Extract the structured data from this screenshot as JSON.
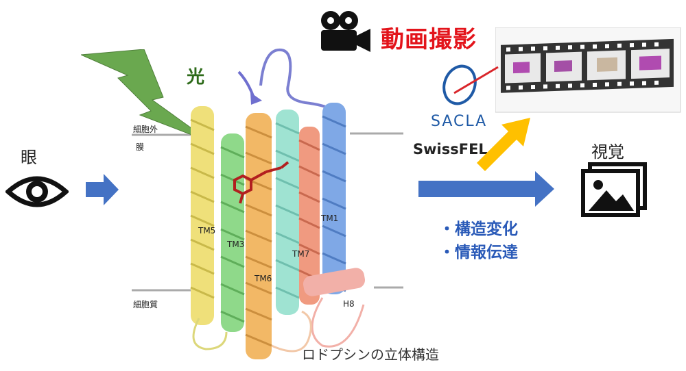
{
  "labels": {
    "eye": "眼",
    "vision": "視覚",
    "light": "光",
    "movie": "動画撮影",
    "swissfel": "SwissFEL",
    "sacla": "SACLA",
    "bullet_1": "・構造変化",
    "bullet_2": "・情報伝達",
    "outside": "細胞外",
    "membrane": "膜",
    "cytoplasm": "細胞質",
    "caption": "ロドプシンの立体構造"
  },
  "helices": {
    "tm1": "TM1",
    "tm3": "TM3",
    "tm5": "TM5",
    "tm6": "TM6",
    "tm7": "TM7",
    "h8": "H8"
  },
  "colors": {
    "arrow_blue": "#4472c4",
    "arrow_gold": "#ffc000",
    "lightning_green": "#6aa84f",
    "movie_red": "#e3141b",
    "text_blue": "#2a5ab8"
  }
}
